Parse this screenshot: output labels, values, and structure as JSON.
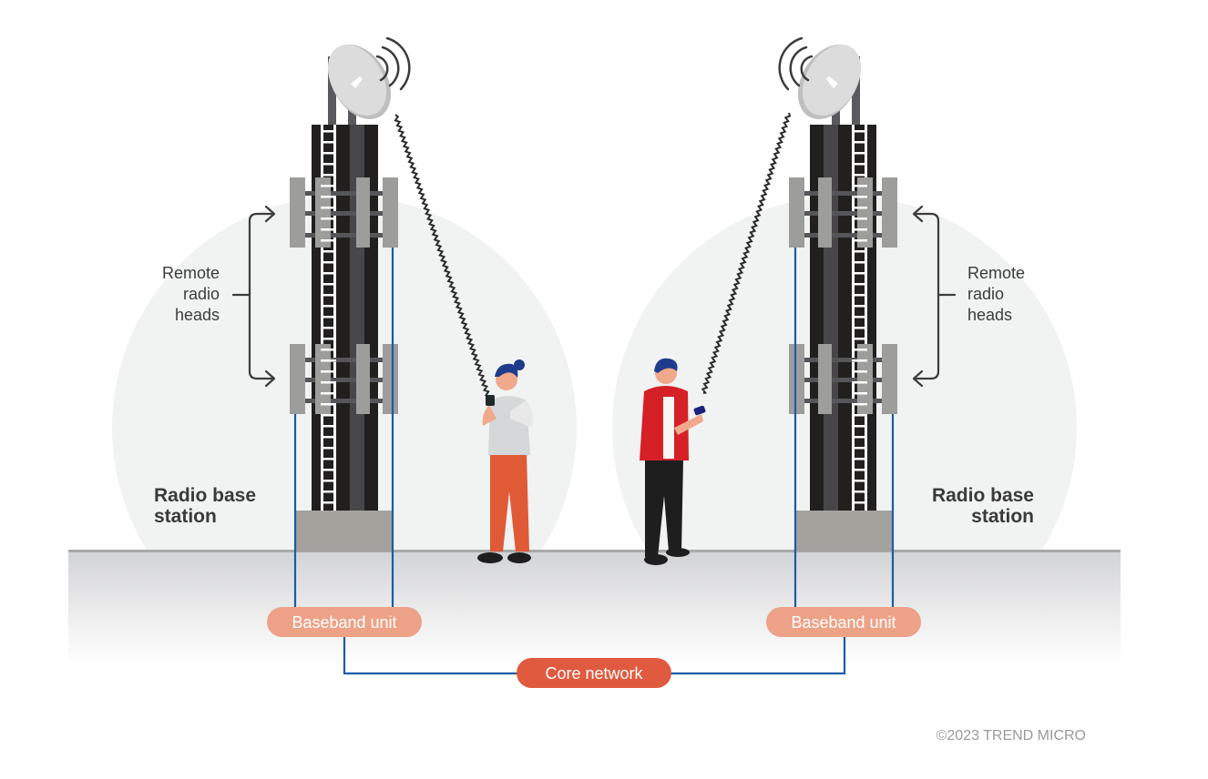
{
  "diagram": {
    "title": "Radio base station architecture",
    "colors": {
      "ground_top": "#d3d4d6",
      "halo": "#f1f2f2",
      "tower_dark": "#221f1f",
      "tower_mid": "#4a4a4c",
      "rrh_gray": "#9d9d9b",
      "rrh_dark": "#56565a",
      "base_block": "#a3a29d",
      "cable_blue": "#1d5ba6",
      "baseband_fill": "#eda287",
      "core_fill": "#e05a3f",
      "dish": "#d9d9d9"
    },
    "left_station": {
      "rrh_label": [
        "Remote",
        "radio",
        "heads"
      ],
      "station_label": [
        "Radio base",
        "station"
      ],
      "baseband_label": "Baseband unit"
    },
    "right_station": {
      "rrh_label": [
        "Remote",
        "radio",
        "heads"
      ],
      "station_label": [
        "Radio base",
        "station"
      ],
      "baseband_label": "Baseband unit"
    },
    "core_label": "Core network",
    "users": [
      {
        "name": "woman-with-phone",
        "top": "gray shirt",
        "bottom": "orange pants"
      },
      {
        "name": "man-with-phone",
        "top": "red jacket",
        "bottom": "black pants"
      }
    ],
    "copyright": "©2023 TREND MICRO"
  }
}
